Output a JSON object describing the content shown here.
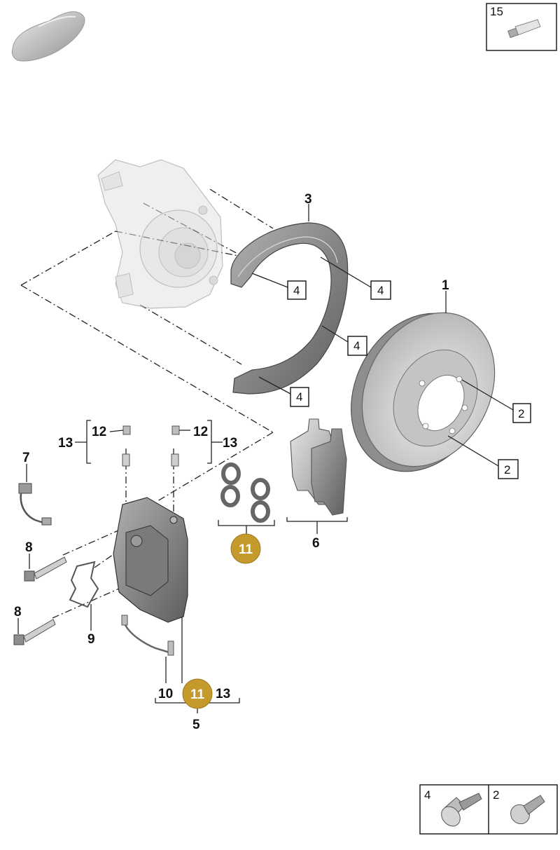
{
  "callouts": {
    "disc": "1",
    "bolt_a": "2",
    "bolt_b": "2",
    "shield": "3",
    "shield_bolt_1": "4",
    "shield_bolt_2": "4",
    "shield_bolt_3": "4",
    "shield_bolt_4": "4",
    "caliper": "5",
    "pads": "6",
    "wear_sensor": "7",
    "caliper_bolt_top": "8",
    "caliper_bolt_bottom": "8",
    "spring_clip": "9",
    "brake_line": "10",
    "seal_kit": "11",
    "seal_kit_caliper": "11",
    "cap_left": "12",
    "cap_right": "12",
    "bleeder_left": "13",
    "bleeder_right": "13",
    "caliper_bracket_13": "13"
  },
  "tube_box": {
    "number": "15"
  },
  "legend_boxes": {
    "left": {
      "number": "4"
    },
    "right": {
      "number": "2"
    }
  },
  "colors": {
    "badge": "#c39a2b",
    "part_light": "#d9d9d9",
    "part_dark": "#9a9a9a"
  }
}
